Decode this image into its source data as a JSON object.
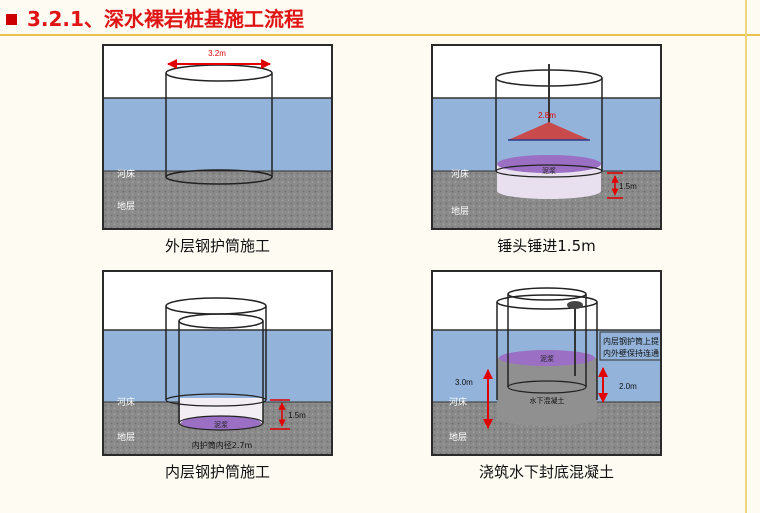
{
  "page": {
    "title": "3.2.1、深水裸岩桩基施工流程",
    "bullet_color": "#cc0000",
    "title_color": "#e01414"
  },
  "colors": {
    "water": "#93b3da",
    "ground": "#8a8a8a",
    "arrow": "#e00000",
    "slurry": "#9a6fc4",
    "hammer": "#c94a4a",
    "concrete": "#909090"
  },
  "panels": [
    {
      "caption": "外层钢护筒施工",
      "labels": {
        "riverbed": "河床",
        "stratum": "地层"
      },
      "dimension": "3.2m"
    },
    {
      "caption": "锤头锤进1.5m",
      "labels": {
        "riverbed": "河床",
        "stratum": "地层",
        "slurry": "泥浆"
      },
      "dimension_top": "2.8m",
      "dimension_side": "1.5m"
    },
    {
      "caption": "内层钢护筒施工",
      "labels": {
        "riverbed": "河床",
        "stratum": "地层",
        "slurry": "泥浆",
        "inner_diameter": "内护筒内径2.7m"
      },
      "dimension_side": "1.5m"
    },
    {
      "caption": "浇筑水下封底混凝土",
      "labels": {
        "riverbed": "河床",
        "stratum": "地层",
        "slurry": "泥浆",
        "concrete": "水下混凝土",
        "note_line1": "内层钢护筒上提，",
        "note_line2": "内外壁保持连通"
      },
      "dimension_left": "3.0m",
      "dimension_right": "2.0m"
    }
  ]
}
